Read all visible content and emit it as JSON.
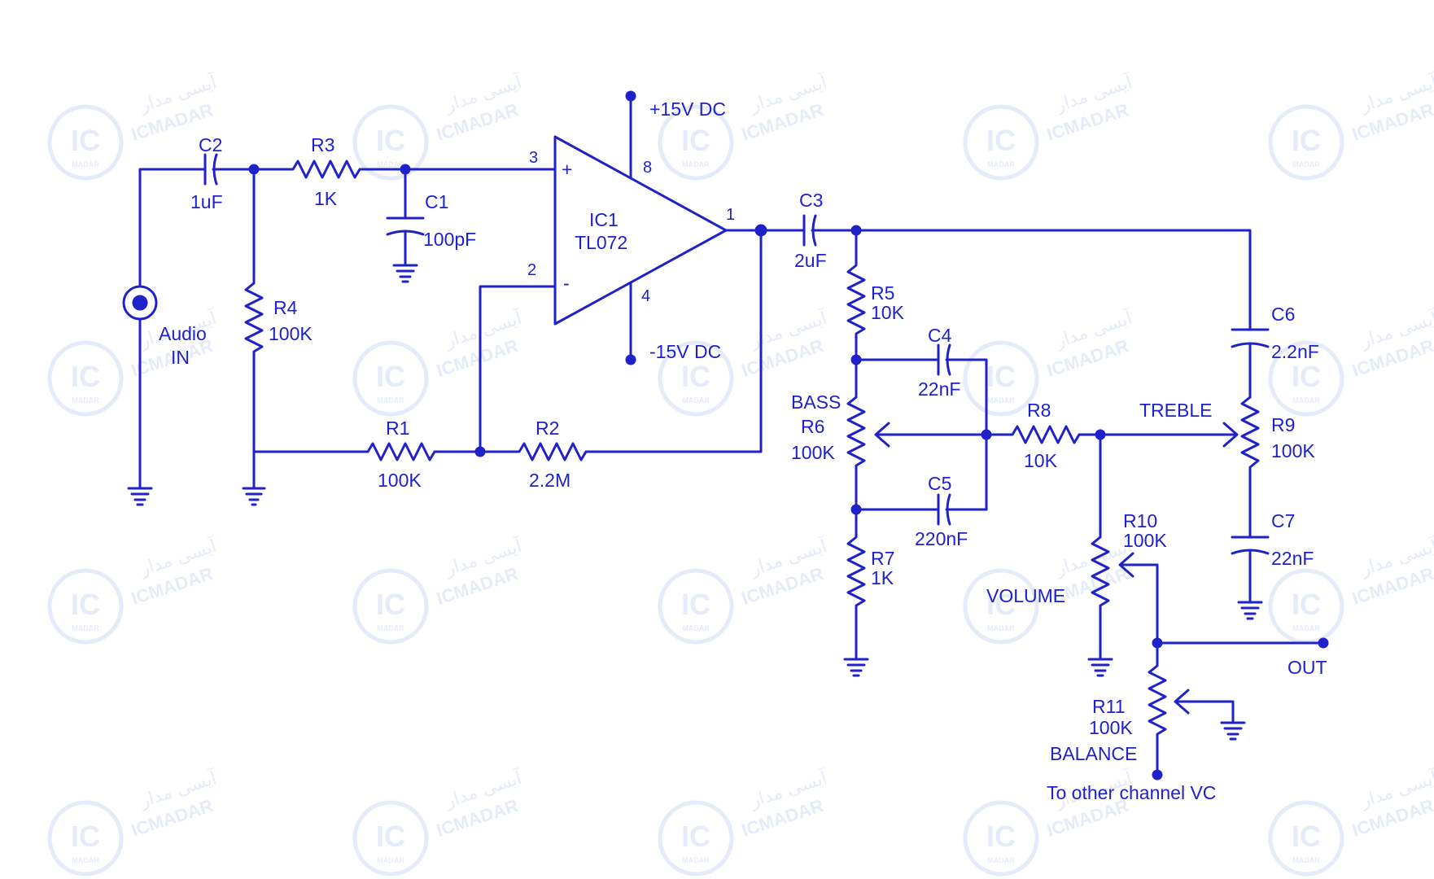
{
  "colors": {
    "ink": "#1f22c8",
    "watermark": "#3a66c9",
    "background": "#ffffff"
  },
  "watermark": {
    "brand": "ICMADAR",
    "badge": "IC",
    "badge_sub": "MADAR",
    "persian": "آیسی مدار"
  },
  "power": {
    "pos": "+15V DC",
    "neg": "-15V DC"
  },
  "input": {
    "line1": "Audio",
    "line2": "IN"
  },
  "opamp": {
    "ref": "IC1",
    "part": "TL072",
    "pin_noninv": "3",
    "pin_inv": "2",
    "pin_out": "1",
    "pin_vpos": "8",
    "pin_vneg": "4",
    "plus": "+",
    "minus": "-"
  },
  "components": {
    "C1": {
      "ref": "C1",
      "value": "100pF"
    },
    "C2": {
      "ref": "C2",
      "value": "1uF"
    },
    "C3": {
      "ref": "C3",
      "value": "2uF"
    },
    "C4": {
      "ref": "C4",
      "value": "22nF"
    },
    "C5": {
      "ref": "C5",
      "value": "220nF"
    },
    "C6": {
      "ref": "C6",
      "value": "2.2nF"
    },
    "C7": {
      "ref": "C7",
      "value": "22nF"
    },
    "R1": {
      "ref": "R1",
      "value": "100K"
    },
    "R2": {
      "ref": "R2",
      "value": "2.2M"
    },
    "R3": {
      "ref": "R3",
      "value": "1K"
    },
    "R4": {
      "ref": "R4",
      "value": "100K"
    },
    "R5": {
      "ref": "R5",
      "value": "10K"
    },
    "R6": {
      "ref": "R6",
      "value": "100K",
      "function": "BASS"
    },
    "R7": {
      "ref": "R7",
      "value": "1K"
    },
    "R8": {
      "ref": "R8",
      "value": "10K"
    },
    "R9": {
      "ref": "R9",
      "value": "100K",
      "function": "TREBLE"
    },
    "R10": {
      "ref": "R10",
      "value": "100K",
      "function": "VOLUME"
    },
    "R11": {
      "ref": "R11",
      "value": "100K",
      "function": "BALANCE"
    }
  },
  "output": {
    "label": "OUT",
    "other_channel": "To other channel VC"
  }
}
